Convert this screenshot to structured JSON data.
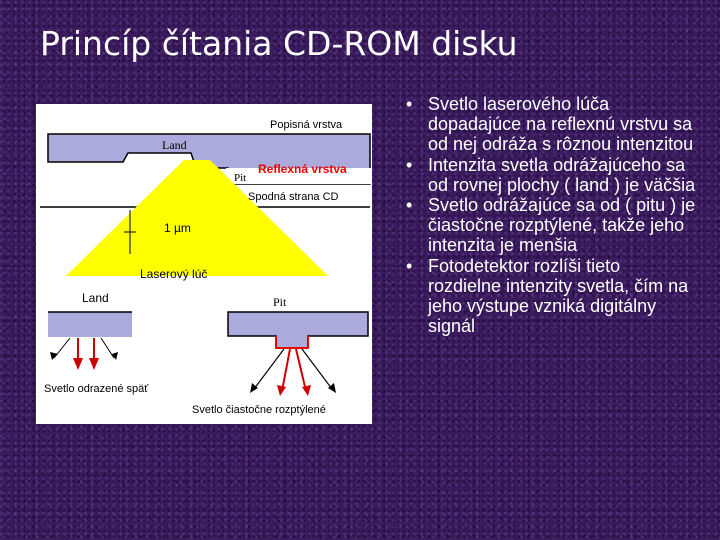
{
  "slide": {
    "title": "Princíp čítania CD-ROM disku"
  },
  "diagram": {
    "labels": {
      "label_layer": "Popisná vrstva",
      "land_top": "Land",
      "reflective_layer": "Reflexná vrstva",
      "pit_top": "Pit",
      "cd_underside": "Spodná strana CD",
      "micrometer": "1 µm",
      "laser_beam": "Laserový lúč",
      "land_bottom": "Land",
      "pit_bottom": "Pit",
      "reflected_back": "Svetlo odrazené späť",
      "partially_scattered": "Svetlo čiastočne rozptýlené"
    },
    "colors": {
      "layer_fill": "#aaaadd",
      "beam_yellow": "#ffff00",
      "reflective_red": "#ee0000",
      "arrow_red": "#cc0000"
    }
  },
  "bullets": [
    "Svetlo laserového lúča dopadajúce na reflexnú vrstvu sa od nej odráža s rôznou intenzitou",
    "Intenzita svetla odrážajúceho sa od rovnej plochy ( land ) je väčšia",
    "Svetlo odrážajúce sa od ( pitu ) je čiastočne rozptýlené, takže jeho intenzita je menšia",
    "Fotodetektor  rozlíši  tieto rozdielne intenzity svetla, čím na jeho výstupe vzniká digitálny signál"
  ]
}
